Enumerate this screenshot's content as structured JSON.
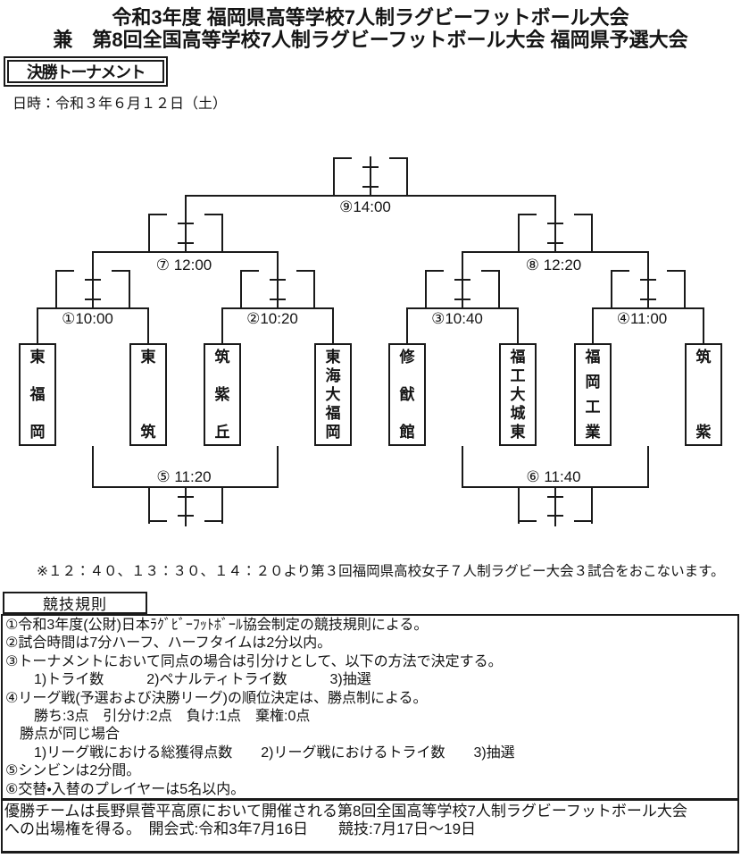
{
  "header": {
    "title_line1": "令和3年度 福岡県高等学校7人制ラグビーフットボール大会",
    "title_line2": "兼　第8回全国高等学校7人制ラグビーフットボール大会 福岡県予選大会",
    "section_label": "決勝トーナメント",
    "date_line": "日時：令和３年６月１２日（土）"
  },
  "bracket": {
    "teams": [
      "東福岡",
      "東筑",
      "筑紫丘",
      "東海大福岡",
      "修猷館",
      "福工大城東",
      "福岡工業",
      "筑紫"
    ],
    "match_labels": [
      "①10:00",
      "②10:20",
      "③10:40",
      "④11:00",
      "⑤ 11:20",
      "⑥ 11:40",
      "⑦ 12:00",
      "⑧ 12:20",
      "⑨14:00"
    ]
  },
  "note": "※１２：４０、１３：３０、１４：２０より第３回福岡県高校女子７人制ラグビー大会３試合をおこないます。",
  "rules": {
    "header": "競技規則",
    "lines": [
      "①令和3年度(公財)日本ﾗｸﾞﾋﾞｰﾌｯﾄﾎﾞｰﾙ協会制定の競技規則による。",
      "②試合時間は7分ハーフ、ハーフタイムは2分以内。",
      "③トーナメントにおいて同点の場合は引分けとして、以下の方法で決定する。",
      "　　1)トライ数　　　2)ペナルティトライ数　　　3)抽選",
      "④リーグ戦(予選および決勝リーグ)の順位決定は、勝点制による。",
      "　　勝ち:3点　引分け:2点　負け:1点　棄権:0点",
      "　勝点が同じ場合",
      "　　1)リーグ戦における総獲得点数　　2)リーグ戦におけるトライ数　　3)抽選",
      "⑤シンビンは2分間。",
      "⑥交替・入替のプレイヤーは5名以内。"
    ]
  },
  "qualification": {
    "lines": [
      "優勝チームは長野県菅平高原において開催される第8回全国高等学校7人制ラグビーフットボール大会",
      "への出場権を得る。　開会式:令和3年7月16日　　競技:7月17日〜19日"
    ]
  }
}
